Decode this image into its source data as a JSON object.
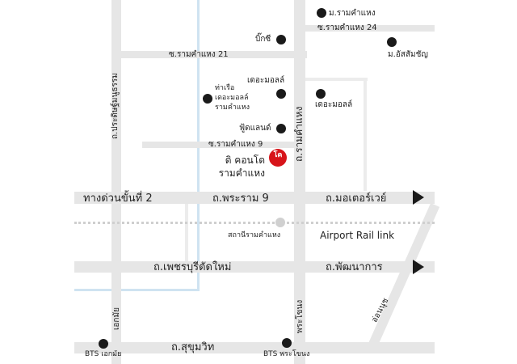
{
  "colors": {
    "road": "#e6e6e6",
    "canal": "#cfe3f1",
    "poi": "#1a1a1a",
    "condo_marker": "#d7141a",
    "station": "#d0d0d0"
  },
  "roads": {
    "soi_21": "ซ.รามคำแหง 21",
    "soi_24": "ซ.รามคำแหง 24",
    "soi_9": "ซ.รามคำแหง 9",
    "ramkhamhaeng": "ถ.รามคำแหง",
    "pradit_manutham": "ถ.ประดิษฐ์มนูธรรม",
    "expressway": "ทางด่วนขั้นที่ 2",
    "rama9": "ถ.พระราม 9",
    "motorway": "ถ.มอเตอร์เวย์",
    "phetchaburi": "ถ.เพชรบุรีตัดใหม่",
    "phatthanakan": "ถ.พัฒนาการ",
    "ekkamai": "เอกมัย",
    "phra_khanong": "พระโขนง",
    "on_nut": "อ่อนนุช",
    "sukhumvit": "ถ.สุขุมวิท"
  },
  "places": {
    "ramkhamhaeng_uni": "ม.รามคำแหง",
    "big_c": "บิ๊กซี",
    "assumption_uni": "ม.อัสสัมชัญ",
    "the_mall_1": "เดอะมอลล์",
    "pier": [
      "ท่าเรือ",
      "เดอะมอลล์",
      "รามคำแหง"
    ],
    "the_mall_2": "เดอะมอลล์",
    "foodland": "ฟู้ดแลนด์",
    "condo": [
      "ดิ คอนโด",
      "รามคำแหง"
    ],
    "condo_logo": "โค"
  },
  "transit": {
    "station_ramkhamhaeng": "สถานีรามคำแหง",
    "airport_rail_link": "Airport Rail link",
    "bts_ekkamai": "BTS เอกมัย",
    "bts_phra_khanong": "BTS พระโขนง"
  }
}
